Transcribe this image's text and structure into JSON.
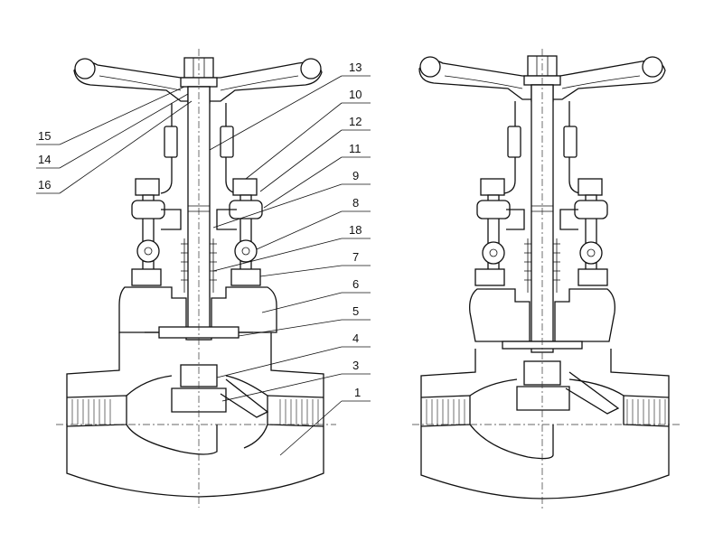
{
  "diagram": {
    "part_labels": {
      "p13": "13",
      "p10": "10",
      "p12": "12",
      "p11": "11",
      "p9": "9",
      "p8": "8",
      "p18": "18",
      "p7": "7",
      "p6": "6",
      "p5": "5",
      "p4": "4",
      "p3": "3",
      "p1": "1",
      "p15": "15",
      "p14": "14",
      "p16": "16"
    }
  }
}
